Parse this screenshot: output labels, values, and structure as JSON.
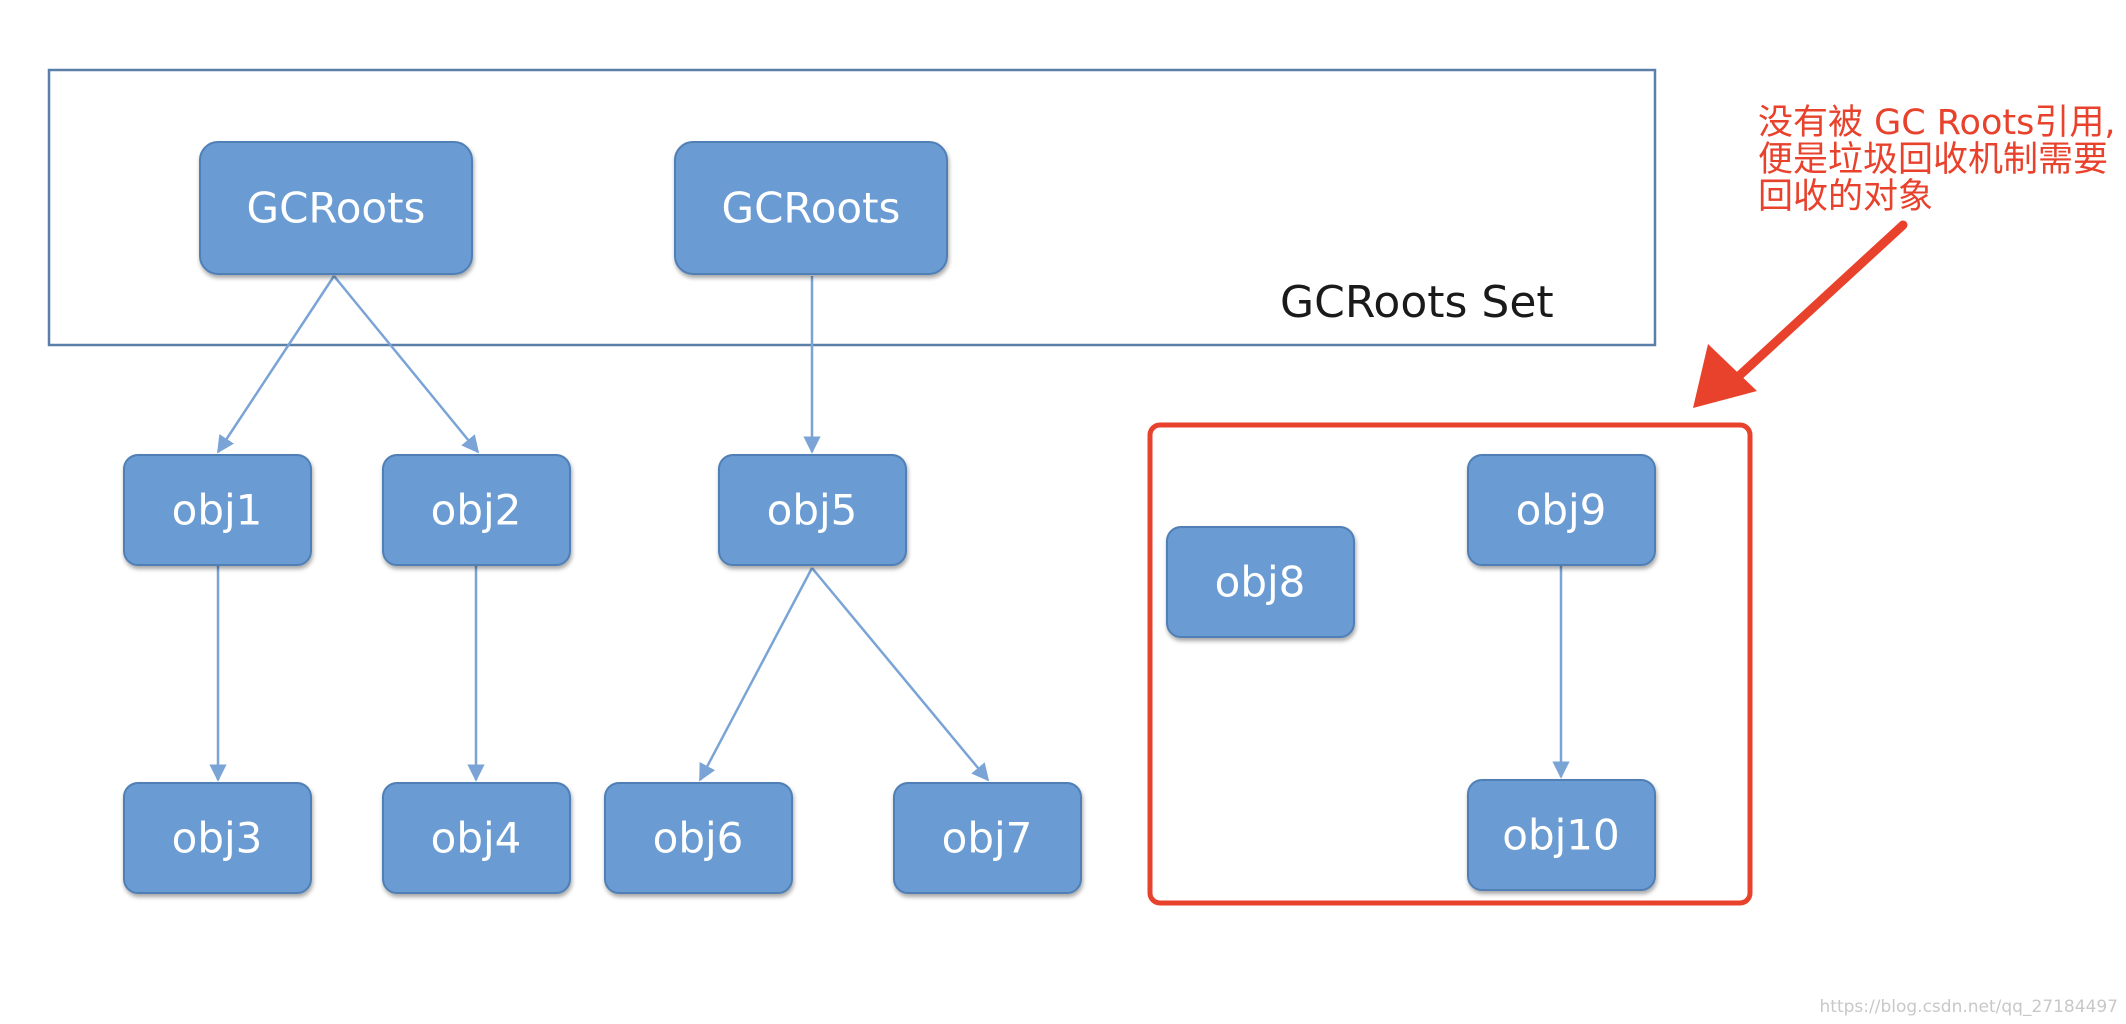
{
  "diagram": {
    "roots_set_label": "GCRoots Set",
    "nodes": {
      "root_a": "GCRoots",
      "root_b": "GCRoots",
      "obj1": "obj1",
      "obj2": "obj2",
      "obj3": "obj3",
      "obj4": "obj4",
      "obj5": "obj5",
      "obj6": "obj6",
      "obj7": "obj7",
      "obj8": "obj8",
      "obj9": "obj9",
      "obj10": "obj10"
    },
    "edges": [
      [
        "root_a",
        "obj1"
      ],
      [
        "root_a",
        "obj2"
      ],
      [
        "root_b",
        "obj5"
      ],
      [
        "obj1",
        "obj3"
      ],
      [
        "obj2",
        "obj4"
      ],
      [
        "obj5",
        "obj6"
      ],
      [
        "obj5",
        "obj7"
      ],
      [
        "obj9",
        "obj10"
      ]
    ],
    "annotation": {
      "lines": [
        "没有被 GC Roots引用,",
        "便是垃圾回收机制需要",
        "回收的对象"
      ]
    },
    "watermark": "https://blog.csdn.net/qq_27184497"
  },
  "colors": {
    "node_fill": "#6a9bd2",
    "node_border": "#4f7fb5",
    "edge": "#7aa4d6",
    "roots_box_border": "#5a7fa8",
    "highlight": "#e8412c"
  }
}
